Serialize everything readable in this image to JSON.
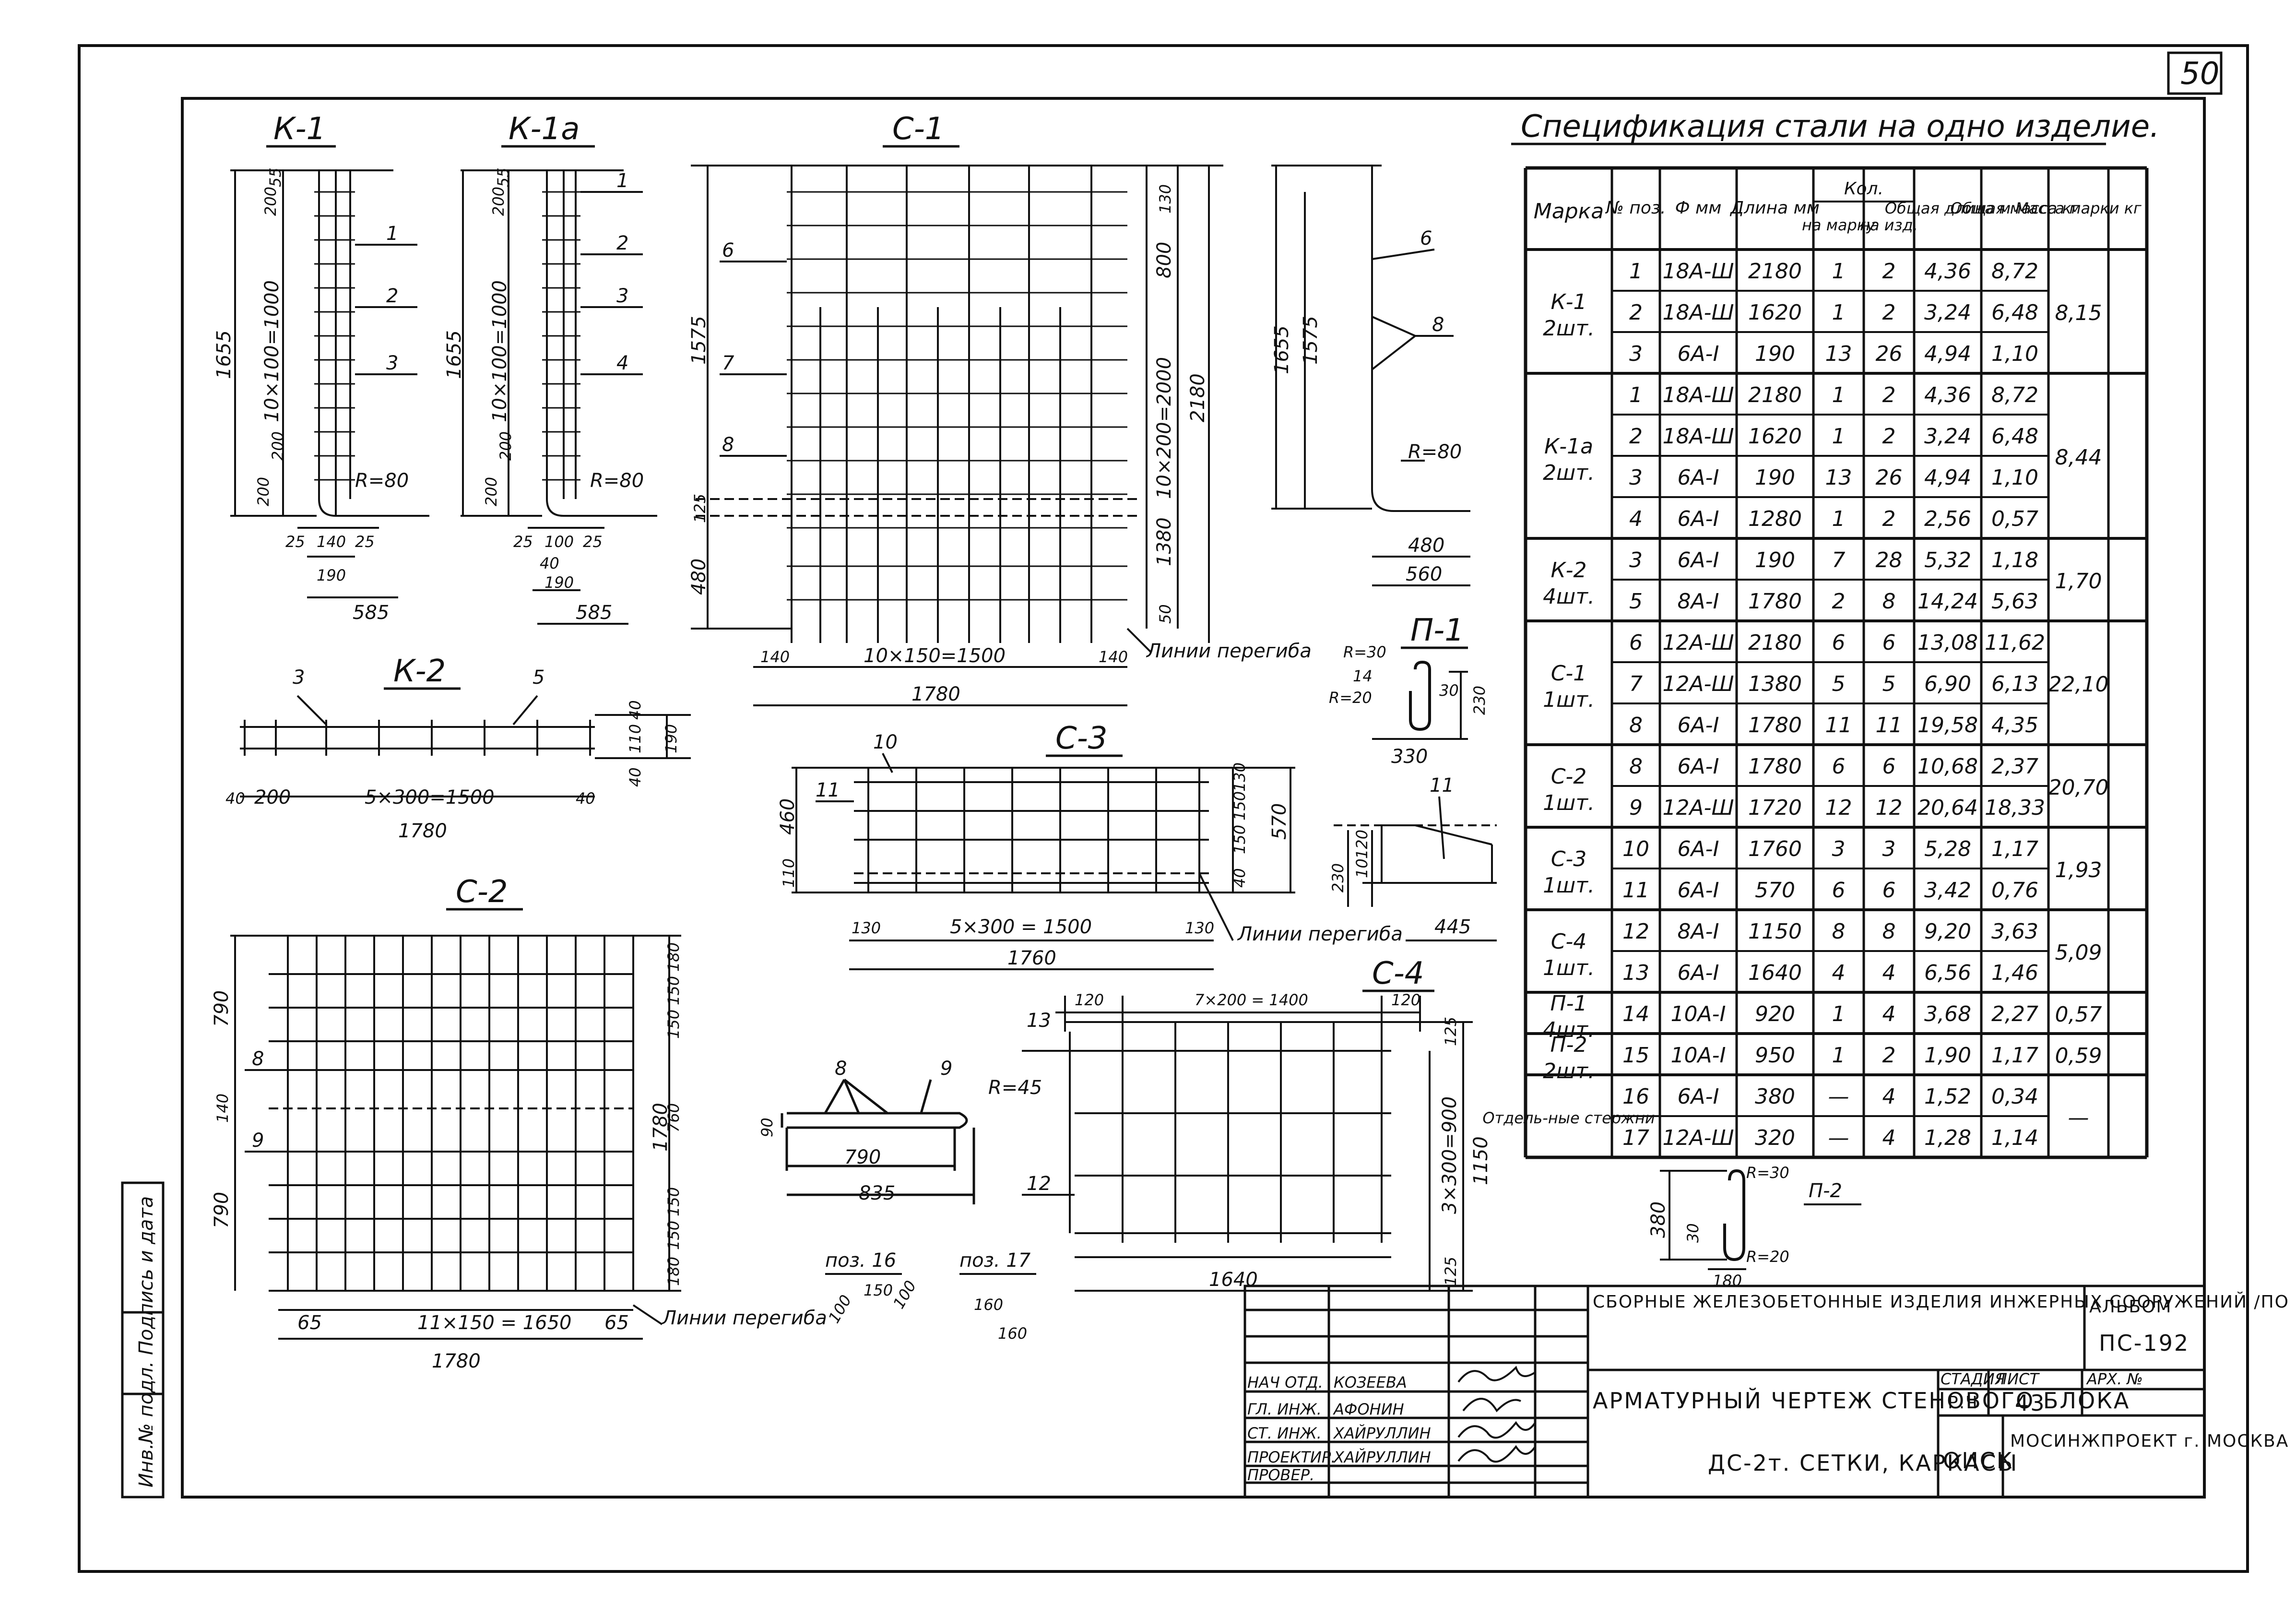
{
  "sheet_number": "50",
  "spec": {
    "title": "Спецификация стали на одно изделие.",
    "headers": {
      "marka": "Марка",
      "pos": "№ поз.",
      "diam": "Ф мм",
      "length": "Длина мм",
      "kol": "Кол.",
      "kol_na_marku": "на марку",
      "kol_na_izd": "на изд.",
      "obsh_dlina": "Общая длина м",
      "obsh_massa": "Общая масса кг",
      "massa_marki": "Масса марки кг"
    },
    "groups": [
      {
        "marka": "К-1",
        "qty": "2шт.",
        "mass": "8,15",
        "rows": [
          {
            "pos": "1",
            "d": "18А-Ш",
            "l": "2180",
            "n1": "1",
            "n2": "2",
            "tl": "4,36",
            "tm": "8,72"
          },
          {
            "pos": "2",
            "d": "18А-Ш",
            "l": "1620",
            "n1": "1",
            "n2": "2",
            "tl": "3,24",
            "tm": "6,48"
          },
          {
            "pos": "3",
            "d": "6А-I",
            "l": "190",
            "n1": "13",
            "n2": "26",
            "tl": "4,94",
            "tm": "1,10"
          }
        ]
      },
      {
        "marka": "К-1а",
        "qty": "2шт.",
        "mass": "8,44",
        "rows": [
          {
            "pos": "1",
            "d": "18А-Ш",
            "l": "2180",
            "n1": "1",
            "n2": "2",
            "tl": "4,36",
            "tm": "8,72"
          },
          {
            "pos": "2",
            "d": "18А-Ш",
            "l": "1620",
            "n1": "1",
            "n2": "2",
            "tl": "3,24",
            "tm": "6,48"
          },
          {
            "pos": "3",
            "d": "6А-I",
            "l": "190",
            "n1": "13",
            "n2": "26",
            "tl": "4,94",
            "tm": "1,10"
          },
          {
            "pos": "4",
            "d": "6А-I",
            "l": "1280",
            "n1": "1",
            "n2": "2",
            "tl": "2,56",
            "tm": "0,57"
          }
        ]
      },
      {
        "marka": "К-2",
        "qty": "4шт.",
        "mass": "1,70",
        "rows": [
          {
            "pos": "3",
            "d": "6А-I",
            "l": "190",
            "n1": "7",
            "n2": "28",
            "tl": "5,32",
            "tm": "1,18"
          },
          {
            "pos": "5",
            "d": "8А-I",
            "l": "1780",
            "n1": "2",
            "n2": "8",
            "tl": "14,24",
            "tm": "5,63"
          }
        ]
      },
      {
        "marka": "С-1",
        "qty": "1шт.",
        "mass": "22,10",
        "rows": [
          {
            "pos": "6",
            "d": "12А-Ш",
            "l": "2180",
            "n1": "6",
            "n2": "6",
            "tl": "13,08",
            "tm": "11,62"
          },
          {
            "pos": "7",
            "d": "12А-Ш",
            "l": "1380",
            "n1": "5",
            "n2": "5",
            "tl": "6,90",
            "tm": "6,13"
          },
          {
            "pos": "8",
            "d": "6А-I",
            "l": "1780",
            "n1": "11",
            "n2": "11",
            "tl": "19,58",
            "tm": "4,35"
          }
        ]
      },
      {
        "marka": "С-2",
        "qty": "1шт.",
        "mass": "20,70",
        "rows": [
          {
            "pos": "8",
            "d": "6А-I",
            "l": "1780",
            "n1": "6",
            "n2": "6",
            "tl": "10,68",
            "tm": "2,37"
          },
          {
            "pos": "9",
            "d": "12А-Ш",
            "l": "1720",
            "n1": "12",
            "n2": "12",
            "tl": "20,64",
            "tm": "18,33"
          }
        ]
      },
      {
        "marka": "С-3",
        "qty": "1шт.",
        "mass": "1,93",
        "rows": [
          {
            "pos": "10",
            "d": "6А-I",
            "l": "1760",
            "n1": "3",
            "n2": "3",
            "tl": "5,28",
            "tm": "1,17"
          },
          {
            "pos": "11",
            "d": "6А-I",
            "l": "570",
            "n1": "6",
            "n2": "6",
            "tl": "3,42",
            "tm": "0,76"
          }
        ]
      },
      {
        "marka": "С-4",
        "qty": "1шт.",
        "mass": "5,09",
        "rows": [
          {
            "pos": "12",
            "d": "8А-I",
            "l": "1150",
            "n1": "8",
            "n2": "8",
            "tl": "9,20",
            "tm": "3,63"
          },
          {
            "pos": "13",
            "d": "6А-I",
            "l": "1640",
            "n1": "4",
            "n2": "4",
            "tl": "6,56",
            "tm": "1,46"
          }
        ]
      },
      {
        "marka": "П-1",
        "qty": "4шт.",
        "mass": "0,57",
        "rows": [
          {
            "pos": "14",
            "d": "10А-I",
            "l": "920",
            "n1": "1",
            "n2": "4",
            "tl": "3,68",
            "tm": "2,27"
          }
        ]
      },
      {
        "marka": "П-2",
        "qty": "2шт.",
        "mass": "0,59",
        "rows": [
          {
            "pos": "15",
            "d": "10А-I",
            "l": "950",
            "n1": "1",
            "n2": "2",
            "tl": "1,90",
            "tm": "1,17"
          }
        ]
      },
      {
        "marka": "Отдель-ные стержни",
        "qty": "",
        "mass": "—",
        "rows": [
          {
            "pos": "16",
            "d": "6А-I",
            "l": "380",
            "n1": "—",
            "n2": "4",
            "tl": "1,52",
            "tm": "0,34"
          },
          {
            "pos": "17",
            "d": "12А-Ш",
            "l": "320",
            "n1": "—",
            "n2": "4",
            "tl": "1,28",
            "tm": "1,14"
          }
        ]
      }
    ]
  },
  "drawings": {
    "k1": {
      "label": "К-1",
      "d1": "1655",
      "d2": "10×100=1000",
      "d3": "200",
      "d4": "200",
      "d5": "200",
      "d6": "55",
      "r": "R=80",
      "b1": "25",
      "b2": "140",
      "b3": "25",
      "b4": "190",
      "b5": "585",
      "p1": "1",
      "p2": "2",
      "p3": "3"
    },
    "k1a": {
      "label": "К-1а",
      "d1": "1655",
      "d2": "10×100=1000",
      "d3": "200",
      "d4": "200",
      "d5": "200",
      "d6": "55",
      "r": "R=80",
      "b1": "25",
      "b2": "100",
      "b3": "25",
      "b4": "40",
      "b5": "190",
      "b6": "585",
      "p1": "1",
      "p2": "2",
      "p3": "3",
      "p4": "4"
    },
    "c1": {
      "label": "С-1",
      "d1": "1575",
      "d2": "125",
      "d3": "480",
      "d4": "10×200=2000",
      "d5": "1380",
      "d6": "2180",
      "d7": "800",
      "d8": "130",
      "d9": "50",
      "d10": "140",
      "d11": "10×150=1500",
      "d12": "140",
      "d13": "1780",
      "p6": "6",
      "p7": "7",
      "p8": "8",
      "bend": "Линии перегиба"
    },
    "c1side": {
      "d1": "1655",
      "d2": "1575",
      "r": "R=80",
      "d3": "480",
      "d4": "560",
      "p6": "6",
      "p8": "8"
    },
    "k2": {
      "label": "К-2",
      "p3": "3",
      "p5": "5",
      "d1": "40",
      "d2": "200",
      "d3": "5×300=1500",
      "d4": "40",
      "d5": "1780",
      "d6": "40",
      "d7": "110",
      "d8": "40",
      "d9": "190"
    },
    "c2": {
      "label": "С-2",
      "d1": "790",
      "d2": "140",
      "d3": "790",
      "p8": "8",
      "p9": "9",
      "r1": "180",
      "r2": "150",
      "r3": "150",
      "r4": "760",
      "r5": "150",
      "r6": "150",
      "r7": "180",
      "r8": "1780",
      "b1": "65",
      "b2": "11×150 = 1650",
      "b3": "65",
      "b4": "1780",
      "bend": "Линии перегиба"
    },
    "c3": {
      "label": "С-3",
      "p10": "10",
      "p11": "11",
      "d1": "460",
      "d2": "110",
      "d3": "130",
      "d4": "5×300 = 1500",
      "d5": "130",
      "d6": "1760",
      "d7": "40",
      "d8": "150",
      "d9": "150",
      "d10": "130",
      "d11": "570",
      "bend": "Линии перегиба"
    },
    "c3side": {
      "p11": "11",
      "d1": "230",
      "d2": "10",
      "d3": "120",
      "d4": "445"
    },
    "p1": {
      "label": "П-1",
      "r1": "R=30",
      "r2": "R=20",
      "d1": "14",
      "d2": "30",
      "d3": "230",
      "d4": "330"
    },
    "p2": {
      "label": "П-2",
      "r1": "R=30",
      "r2": "R=20",
      "d1": "380",
      "d2": "30",
      "d3": "180"
    },
    "c4": {
      "label": "С-4",
      "p12": "12",
      "p13": "13",
      "d1": "120",
      "d2": "7×200 = 1400",
      "d3": "120",
      "d4": "125",
      "d5": "3×300=900",
      "d6": "125",
      "d7": "1150",
      "d8": "1640"
    },
    "pos89": {
      "p8": "8",
      "p9": "9",
      "r": "R=45",
      "d1": "90",
      "d2": "790",
      "d3": "835"
    },
    "pos16": {
      "label": "поз. 16",
      "d1": "150",
      "d2": "100",
      "d3": "100"
    },
    "pos17": {
      "label": "поз. 17",
      "d1": "160",
      "d2": "160"
    }
  },
  "stamp": {
    "project": "СБОРНЫЕ ЖЕЛЕЗОБЕТОННЫЕ ИЗДЕЛИЯ ИНЖЕРНЫХ СООРУЖЕНИЙ /ПО НОМЕНКЛАТУРЕ ГЛАВМОСИНЖСТРОЯ /",
    "album_label": "АЛЬБОМ",
    "album": "ПС-192",
    "drawing": "АРМАТУРНЫЙ ЧЕРТЕЖ СТЕНОВОГО БЛОКА",
    "drawing2": "ДС-2т. СЕТКИ, КАРКАСЫ",
    "stage_label": "СТАДИЯ",
    "sheet_label": "ЛИСТ",
    "arch_label": "АРХ. №",
    "stage": "Р.Ч",
    "sheet": "43",
    "dept": "ОИСК",
    "org": "МОСИНЖПРОЕКТ г. МОСКВА",
    "roles": [
      {
        "role": "НАЧ ОТД.",
        "name": "КОЗЕЕВА"
      },
      {
        "role": "ГЛ. ИНЖ.",
        "name": "АФОНИН"
      },
      {
        "role": "СТ. ИНЖ.",
        "name": "ХАЙРУЛЛИН"
      },
      {
        "role": "ПРОЕКТИР.",
        "name": "ХАЙРУЛЛИН"
      },
      {
        "role": "ПРОВЕР.",
        "name": ""
      }
    ],
    "side_label": "Инв.№ подл. Подпись и дата"
  }
}
